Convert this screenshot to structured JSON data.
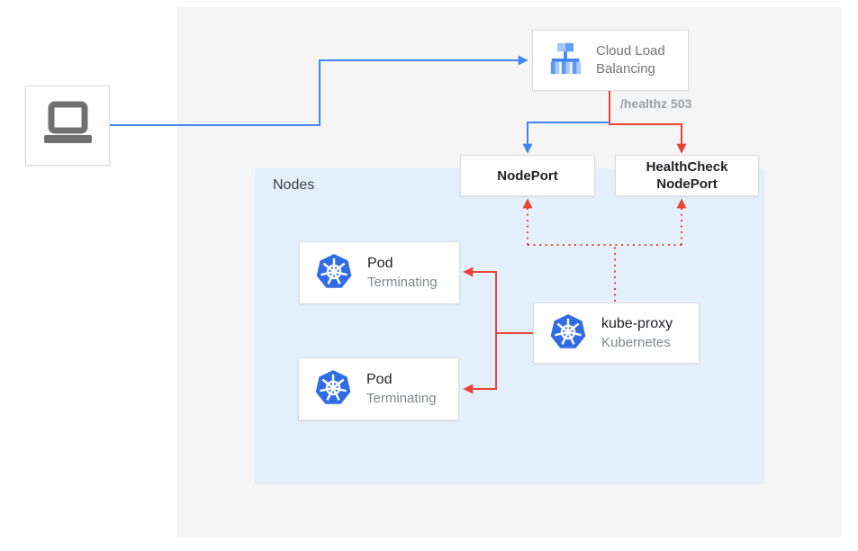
{
  "colors": {
    "canvas_background": "#ffffff",
    "diagram_background": "#f5f5f5",
    "nodes_container_fill": "#e3f0fc",
    "blue_accent": "#4285f4",
    "red_accent": "#ea4335",
    "kubernetes_blue": "#326ce5",
    "box_fill": "#ffffff",
    "box_border": "#dadce0",
    "text_primary": "#202124",
    "text_secondary": "#80868b",
    "healthz_text": "#9aa0a6",
    "laptop_gray": "#707070"
  },
  "diagram": {
    "client": {
      "icon": "laptop-icon"
    },
    "cloud_load_balancing": {
      "label": "Cloud Load Balancing",
      "icon": "load-balancer-tree-icon"
    },
    "healthz_label": "/healthz 503",
    "nodes_group": {
      "label": "Nodes"
    },
    "nodeport": {
      "label": "NodePort"
    },
    "healthcheck_nodeport": {
      "label": "HealthCheck NodePort"
    },
    "pods": [
      {
        "title": "Pod",
        "subtitle": "Terminating",
        "icon": "kubernetes-helm-icon"
      },
      {
        "title": "Pod",
        "subtitle": "Terminating",
        "icon": "kubernetes-helm-icon"
      }
    ],
    "kube_proxy": {
      "title": "kube-proxy",
      "subtitle": "Kubernetes",
      "icon": "kubernetes-helm-icon"
    }
  }
}
